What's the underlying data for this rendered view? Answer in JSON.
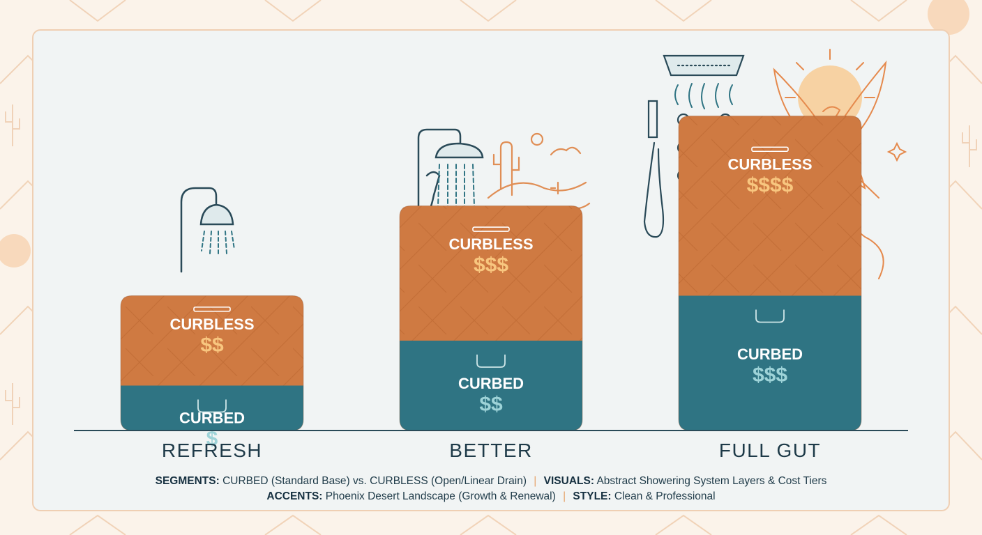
{
  "colors": {
    "curbless": "#cf7a42",
    "curbless_dark": "#bd6a36",
    "curbed": "#2f7483",
    "curbless_price": "#f8c67f",
    "curbed_price": "#9ed3d8",
    "label_white": "#ffffff",
    "axis": "#2a4a58",
    "accent": "#e6a36a"
  },
  "chart_data": {
    "type": "bar",
    "stacked": true,
    "categories": [
      "REFRESH",
      "BETTER",
      "FULL GUT"
    ],
    "series": [
      {
        "name": "CURBED",
        "values": [
          1,
          2,
          3
        ],
        "price_labels": [
          "$",
          "$$",
          "$$$"
        ],
        "icon": "bathtub-base-icon"
      },
      {
        "name": "CURBLESS",
        "values": [
          2,
          3,
          4
        ],
        "price_labels": [
          "$$",
          "$$$",
          "$$$$"
        ],
        "icon": "linear-drain-icon"
      }
    ],
    "illustrations": [
      "rain-shower-head-icon",
      "shower-system-desert-icon",
      "full-spa-phoenix-icon"
    ],
    "grid": false,
    "legend": "none"
  },
  "footer": {
    "line1": {
      "k1": "SEGMENTS:",
      "v1": "CURBED (Standard Base) vs. CURBLESS (Open/Linear Drain)",
      "sep": "|",
      "k2": "VISUALS:",
      "v2": "Abstract Showering System Layers & Cost Tiers"
    },
    "line2": {
      "k1": "ACCENTS:",
      "v1": "Phoenix Desert Landscape (Growth & Renewal)",
      "sep": "|",
      "k2": "STYLE:",
      "v2": "Clean & Professional"
    }
  }
}
